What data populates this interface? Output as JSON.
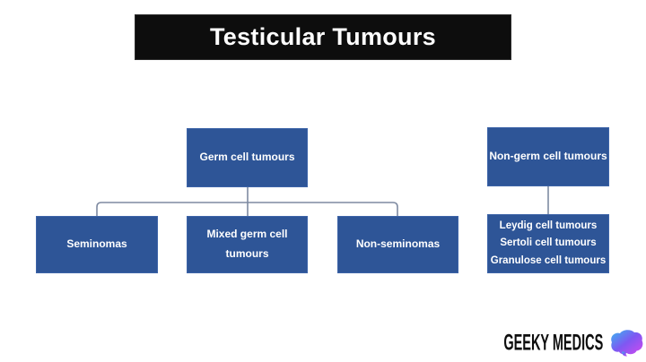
{
  "title": {
    "label": "Testicular Tumours"
  },
  "boxes": {
    "germ": "Germ cell tumours",
    "non_germ": "Non-germ cell tumours",
    "seminomas": "Seminomas",
    "mixed": "Mixed germ cell tumours",
    "non_seminomas": "Non-seminomas",
    "non_germ_subtypes": [
      "Leydig cell tumours",
      "Sertoli cell tumours",
      "Granulose cell tumours"
    ]
  },
  "logo": {
    "text": "GEEKY MEDICS",
    "icon": "brain-icon"
  },
  "colors": {
    "title_bg": "#0d0d0d",
    "title_text": "#ffffff",
    "box_fill": "#2e5597",
    "box_border": "#3d64a8",
    "connector": "#7e8aa1",
    "brain_gradient_start": "#38b6f0",
    "brain_gradient_mid": "#7e58f2",
    "brain_gradient_end": "#cf4af0"
  }
}
